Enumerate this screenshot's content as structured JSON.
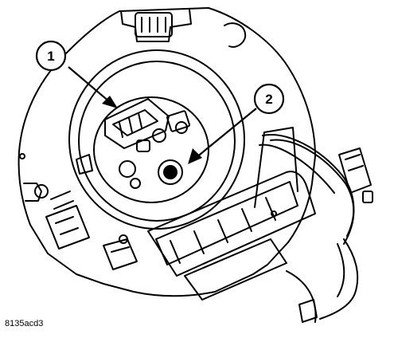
{
  "figure": {
    "callouts": [
      {
        "number": "1"
      },
      {
        "number": "2"
      }
    ],
    "caption": "8135acd3",
    "colors": {
      "ink": "#000000",
      "paper": "#ffffff"
    }
  }
}
